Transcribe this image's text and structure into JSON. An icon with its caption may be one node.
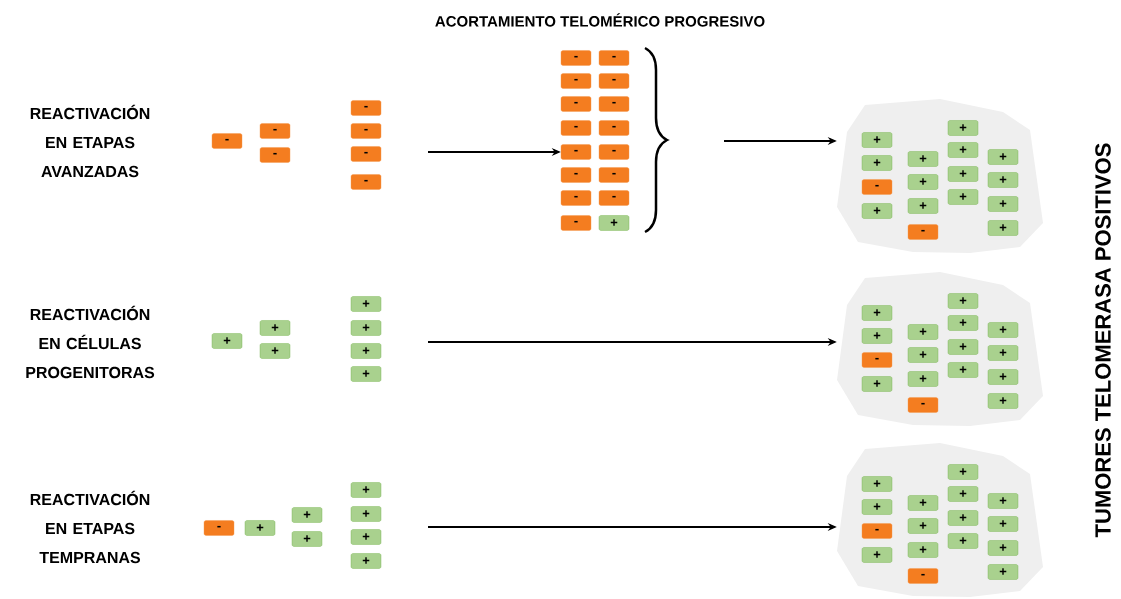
{
  "diagram": {
    "nodes": [
      {
        "text": [
          "-"
        ]
      },
      {
        "text": [
          "-"
        ]
      },
      {
        "text": [
          "-"
        ]
      },
      {
        "text": [
          "-"
        ]
      },
      {
        "text": [
          "-"
        ]
      },
      {
        "text": [
          "-"
        ]
      },
      {
        "text": [
          "-"
        ]
      },
      {
        "text": [
          "-"
        ]
      },
      {
        "text": [
          "-"
        ]
      },
      {
        "text": [
          "-"
        ]
      },
      {
        "text": [
          "-"
        ]
      },
      {
        "text": [
          "-"
        ]
      },
      {
        "text": [
          "-"
        ]
      },
      {
        "text": [
          "-"
        ]
      },
      {
        "text": [
          "-"
        ]
      },
      {
        "text": [
          "-"
        ]
      },
      {
        "text": [
          "-"
        ]
      },
      {
        "text": [
          "-"
        ]
      },
      {
        "text": [
          "-"
        ]
      },
      {
        "text": [
          "-"
        ]
      },
      {
        "text": [
          "-"
        ]
      },
      {
        "text": [
          "-"
        ]
      },
      {
        "text": [
          "+"
        ]
      },
      {
        "text": [],
        "shape": "blob"
      },
      {
        "text": [
          "+"
        ],
        "in": 23
      },
      {
        "text": [
          "+"
        ],
        "in": 23
      },
      {
        "text": [
          "-"
        ],
        "in": 23
      },
      {
        "text": [
          "+"
        ],
        "in": 23
      },
      {
        "text": [
          "+"
        ],
        "in": 23
      },
      {
        "text": [
          "+"
        ],
        "in": 23
      },
      {
        "text": [
          "+"
        ],
        "in": 23
      },
      {
        "text": [
          "-"
        ],
        "in": 23
      },
      {
        "text": [
          "+"
        ],
        "in": 23
      },
      {
        "text": [
          "+"
        ],
        "in": 23
      },
      {
        "text": [
          "+"
        ],
        "in": 23
      },
      {
        "text": [
          "+"
        ],
        "in": 23
      },
      {
        "text": [
          "+"
        ],
        "in": 23
      },
      {
        "text": [
          "+"
        ],
        "in": 23
      },
      {
        "text": [
          "+"
        ],
        "in": 23
      },
      {
        "text": [
          "+"
        ],
        "in": 23
      },
      {
        "text": [
          "+"
        ]
      },
      {
        "text": [
          "+"
        ]
      },
      {
        "text": [
          "+"
        ]
      },
      {
        "text": [
          "+"
        ]
      },
      {
        "text": [
          "+"
        ]
      },
      {
        "text": [
          "+"
        ]
      },
      {
        "text": [
          "+"
        ]
      },
      {
        "text": [],
        "shape": "blob"
      },
      {
        "text": [
          "+"
        ],
        "in": 47
      },
      {
        "text": [
          "+"
        ],
        "in": 47
      },
      {
        "text": [
          "-"
        ],
        "in": 47
      },
      {
        "text": [
          "+"
        ],
        "in": 47
      },
      {
        "text": [
          "+"
        ],
        "in": 47
      },
      {
        "text": [
          "+"
        ],
        "in": 47
      },
      {
        "text": [
          "+"
        ],
        "in": 47
      },
      {
        "text": [
          "-"
        ],
        "in": 47
      },
      {
        "text": [
          "+"
        ],
        "in": 47
      },
      {
        "text": [
          "+"
        ],
        "in": 47
      },
      {
        "text": [
          "+"
        ],
        "in": 47
      },
      {
        "text": [
          "+"
        ],
        "in": 47
      },
      {
        "text": [
          "+"
        ],
        "in": 47
      },
      {
        "text": [
          "+"
        ],
        "in": 47
      },
      {
        "text": [
          "+"
        ],
        "in": 47
      },
      {
        "text": [
          "+"
        ],
        "in": 47
      },
      {
        "text": [
          "-"
        ]
      },
      {
        "text": [
          "+"
        ]
      },
      {
        "text": [
          "+"
        ]
      },
      {
        "text": [
          "+"
        ]
      },
      {
        "text": [
          "+"
        ]
      },
      {
        "text": [
          "+"
        ]
      },
      {
        "text": [
          "+"
        ]
      },
      {
        "text": [
          "+"
        ]
      },
      {
        "text": [],
        "shape": "blob"
      },
      {
        "text": [
          "+"
        ],
        "in": 72
      },
      {
        "text": [
          "+"
        ],
        "in": 72
      },
      {
        "text": [
          "-"
        ],
        "in": 72
      },
      {
        "text": [
          "+"
        ],
        "in": 72
      },
      {
        "text": [
          "+"
        ],
        "in": 72
      },
      {
        "text": [
          "+"
        ],
        "in": 72
      },
      {
        "text": [
          "+"
        ],
        "in": 72
      },
      {
        "text": [
          "-"
        ],
        "in": 72
      },
      {
        "text": [
          "+"
        ],
        "in": 72
      },
      {
        "text": [
          "+"
        ],
        "in": 72
      },
      {
        "text": [
          "+"
        ],
        "in": 72
      },
      {
        "text": [
          "+"
        ],
        "in": 72
      },
      {
        "text": [
          "+"
        ],
        "in": 72
      },
      {
        "text": [
          "+"
        ],
        "in": 72
      },
      {
        "text": [
          "+"
        ],
        "in": 72
      },
      {
        "text": [
          "+"
        ],
        "in": 72
      }
    ],
    "edges": [
      {
        "from": null,
        "to": 11,
        "arrow": "to"
      },
      {
        "from": null,
        "to": 23,
        "arrow": "to"
      },
      {
        "from": null,
        "to": 47,
        "arrow": "to"
      },
      {
        "from": null,
        "to": 72,
        "arrow": "to"
      }
    ],
    "labels": [
      "ACORTAMIENTO TELOMÉRICO PROGRESIVO",
      "REACTIVACIÓN EN ETAPAS AVANZADAS",
      "REACTIVACIÓN EN CÉLULAS PROGENITORAS",
      "REACTIVACIÓN EN ETAPAS TEMPRANAS",
      "TUMORES TELOMERASA POSITIVOS"
    ]
  }
}
